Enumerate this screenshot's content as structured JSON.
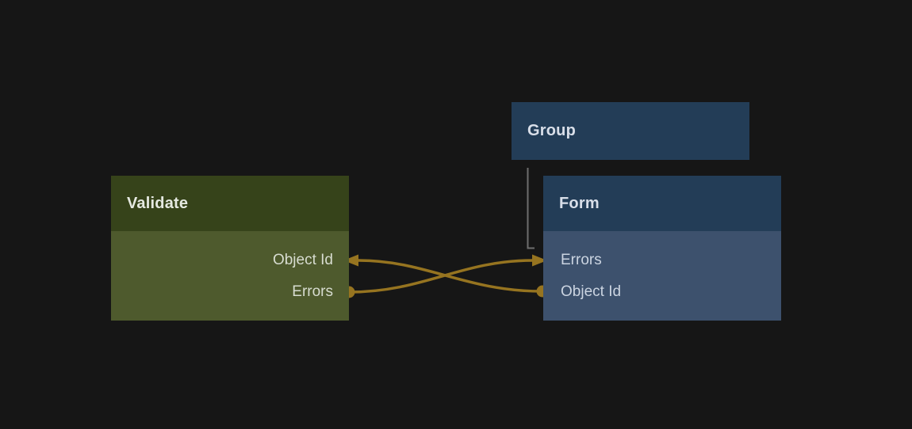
{
  "colors": {
    "canvas_bg": "#161616",
    "validate_header_bg": "#36431a",
    "validate_body_bg": "#4e5a2d",
    "blue_header_bg": "#233d57",
    "blue_body_bg": "#3d516d",
    "wire_gold": "#967420",
    "group_link_gray": "#6e6e6e",
    "header_text_green": "#e5e9e1",
    "header_text_blue": "#d9dfe9",
    "field_text_green": "#d7dcd0",
    "field_text_blue": "#cbd4e1"
  },
  "nodes": {
    "validate": {
      "title": "Validate",
      "fields": [
        {
          "label": "Object Id",
          "port": "input-arrow"
        },
        {
          "label": "Errors",
          "port": "output-dot"
        }
      ]
    },
    "group": {
      "title": "Group"
    },
    "form": {
      "title": "Form",
      "fields": [
        {
          "label": "Errors",
          "port": "input-arrow"
        },
        {
          "label": "Object Id",
          "port": "output-dot"
        }
      ]
    }
  },
  "connections": [
    {
      "from": "Validate.Errors",
      "to": "Form.Errors",
      "style": "gold-curve-with-arrowhead"
    },
    {
      "from": "Form.Object Id",
      "to": "Validate.Object Id",
      "style": "gold-curve-with-arrowhead"
    }
  ],
  "hierarchy_links": [
    {
      "from": "Group",
      "to": "Form",
      "style": "gray-elbow"
    }
  ]
}
